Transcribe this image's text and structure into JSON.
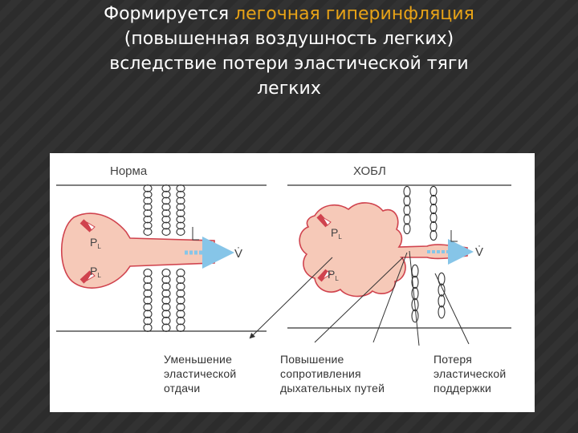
{
  "title": {
    "line1_before": "Формируется ",
    "line1_accent": "легочная гиперинфляция",
    "line2": "(повышенная воздушность легких)",
    "line3": "вследствие потери эластической тяги",
    "line4": "легких"
  },
  "colors": {
    "accent": "#e8a317",
    "lung_fill": "#f6c9b8",
    "lung_stroke": "#d0434e",
    "airflow_arrow": "#86c5e8",
    "background": "#2e2e2e"
  },
  "figure": {
    "normal": {
      "label": "Норма",
      "pressure_label": "P",
      "pressure_subscript": "L",
      "flow_label": "V̇"
    },
    "copd": {
      "label": "ХОБЛ",
      "pressure_label": "P",
      "pressure_subscript": "L",
      "flow_label": "V̇"
    },
    "captions": {
      "elastic_recoil": [
        "Уменьшение",
        "эластической",
        "отдачи"
      ],
      "airway_resistance": [
        "Повышение",
        "сопротивления",
        "дыхательных путей"
      ],
      "elastic_support": [
        "Потеря",
        "эластической",
        "поддержки"
      ]
    }
  }
}
